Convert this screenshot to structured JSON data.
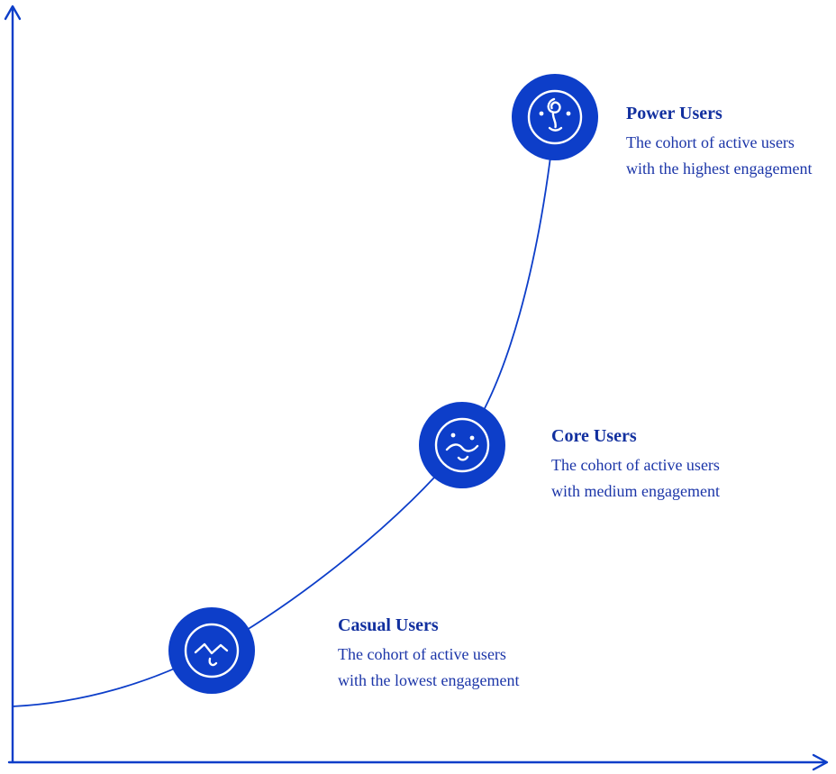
{
  "diagram": {
    "subject": "User engagement growth curve",
    "colors": {
      "accent": "#0d3ec9",
      "title_text": "#12309f",
      "body_text": "#1b35a8",
      "icon_stroke": "#ffffff",
      "background": "#ffffff"
    }
  },
  "nodes": [
    {
      "id": "casual",
      "icon": "casual-user-face-icon",
      "title": "Casual Users",
      "description": "The cohort of active users with the lowest engagement"
    },
    {
      "id": "core",
      "icon": "core-user-face-icon",
      "title": "Core Users",
      "description": "The cohort of active users with medium engagement"
    },
    {
      "id": "power",
      "icon": "power-user-face-icon",
      "title": "Power Users",
      "description": "The cohort of active users with the highest engagement"
    }
  ]
}
